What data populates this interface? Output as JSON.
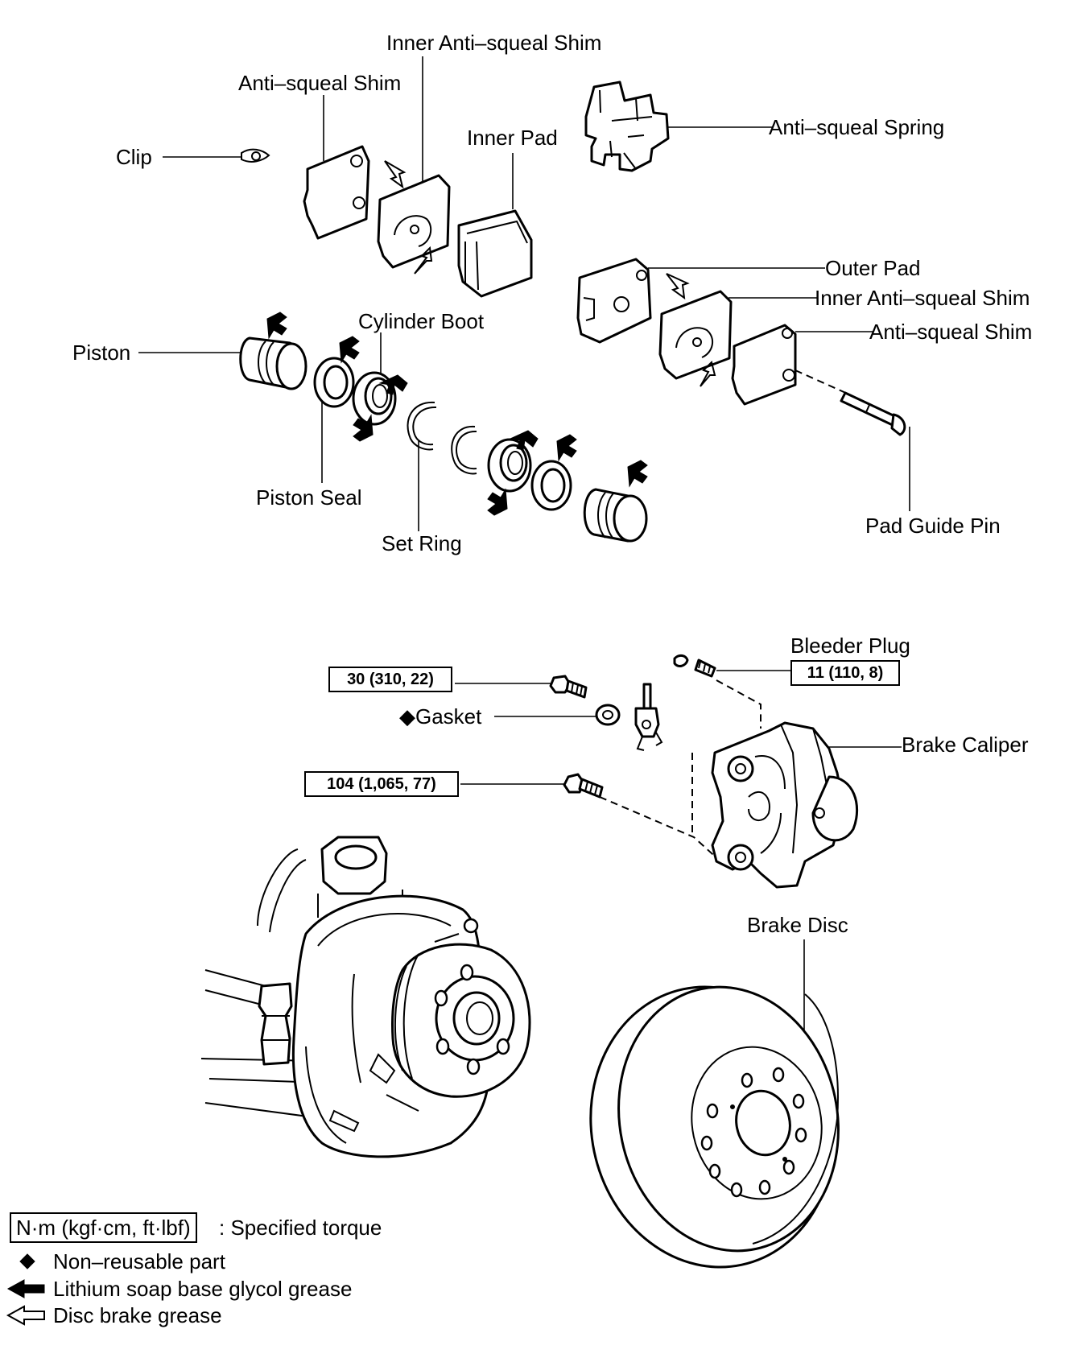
{
  "labels": {
    "inner_anti_squeal_shim_top": "Inner Anti–squeal Shim",
    "anti_squeal_shim_top": "Anti–squeal Shim",
    "inner_pad": "Inner Pad",
    "anti_squeal_spring": "Anti–squeal Spring",
    "clip": "Clip",
    "outer_pad": "Outer Pad",
    "inner_anti_squeal_shim_right": "Inner Anti–squeal Shim",
    "anti_squeal_shim_right": "Anti–squeal Shim",
    "cylinder_boot": "Cylinder Boot",
    "piston": "Piston",
    "piston_seal": "Piston Seal",
    "set_ring": "Set Ring",
    "pad_guide_pin": "Pad Guide Pin",
    "bleeder_plug": "Bleeder Plug",
    "gasket": "◆Gasket",
    "brake_caliper": "Brake Caliper",
    "brake_disc": "Brake Disc"
  },
  "torques": {
    "union_bolt": "30 (310, 22)",
    "bleeder_plug": "11 (110, 8)",
    "caliper_bolt": "104 (1,065, 77)"
  },
  "legend": {
    "torque_unit": "N·m (kgf·cm, ft·lbf)",
    "torque_desc": ": Specified torque",
    "non_reusable": "Non–reusable part",
    "lithium_grease": "Lithium soap base glycol grease",
    "disc_grease": "Disc brake grease"
  }
}
